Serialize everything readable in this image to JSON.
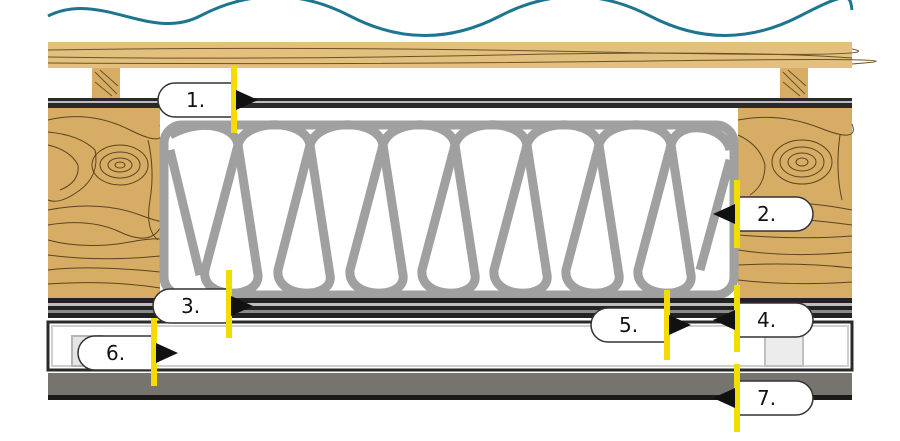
{
  "labels": [
    {
      "id": "1",
      "text": "1."
    },
    {
      "id": "2",
      "text": "2."
    },
    {
      "id": "3",
      "text": "3."
    },
    {
      "id": "4",
      "text": "4."
    },
    {
      "id": "5",
      "text": "5."
    },
    {
      "id": "6",
      "text": "6."
    },
    {
      "id": "7",
      "text": "7."
    }
  ],
  "colors": {
    "roof_wave": "#1e7590",
    "timber_light": "#e3c07e",
    "timber_mid": "#d7ad65",
    "grain": "#6b5227",
    "insulation": "#a0a0a0",
    "membrane": "#202020",
    "board": "#77736e",
    "marker": "#f3dc00",
    "pointer": "#111111",
    "callout_fill": "#ffffff",
    "callout_stroke": "#333333"
  }
}
